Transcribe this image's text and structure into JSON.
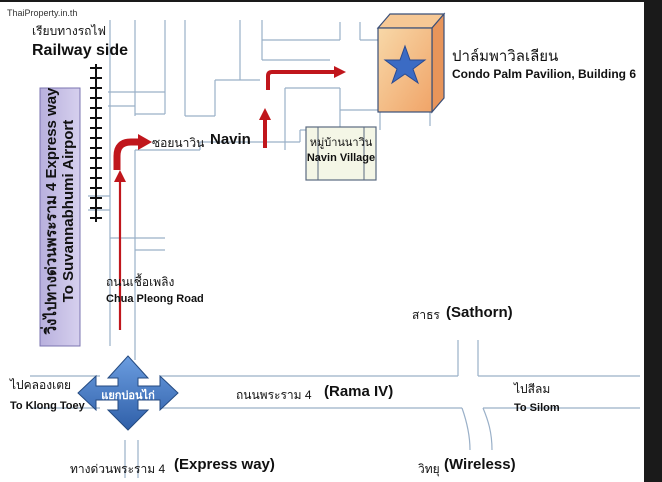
{
  "watermark": "ThaiProperty.in.th",
  "railway": {
    "thai": "เรียบทางรถไฟ",
    "en": "Railway side"
  },
  "condo": {
    "thai": "ปาล์มพาวิลเลียน",
    "en": "Condo Palm Pavilion, Building 6"
  },
  "navin_soi": {
    "thai": "ซอยนาวิน",
    "en": "Navin"
  },
  "navin_village": {
    "thai": "หมู่บ้านนาวิน",
    "en": "Navin Village"
  },
  "airport_way": {
    "line1": "วิ่งไปทางด่วนพระราม 4 Express way",
    "line2": "To Suvannabhumi Airport"
  },
  "chua_pleong": {
    "thai": "ถนนเชื้อเพลิง",
    "en": "Chua Pleong Road"
  },
  "sathorn": {
    "thai": "สาธร",
    "en": "(Sathorn)"
  },
  "rama4": {
    "thai": "ถนนพระราม 4",
    "en": "(Rama IV)"
  },
  "klong_toey": {
    "thai": "ไปคลองเตย",
    "en": "To Klong Toey"
  },
  "junction": "แยกบ่อนไก่",
  "silom": {
    "thai": "ไปสีลม",
    "en": "To Silom"
  },
  "expressway": {
    "thai": "ทางด่วนพระราม 4",
    "en": "(Express way)"
  },
  "wireless": {
    "thai": "วิทยุ",
    "en": "(Wireless)"
  },
  "colors": {
    "road_line": "#9ab0c8",
    "route_red": "#c0161c",
    "airport_fill": "#c3bde3",
    "junction_blue": "#4a7fc8",
    "star_blue": "#3b6bc4",
    "condo_orange": "#f2b27a"
  }
}
